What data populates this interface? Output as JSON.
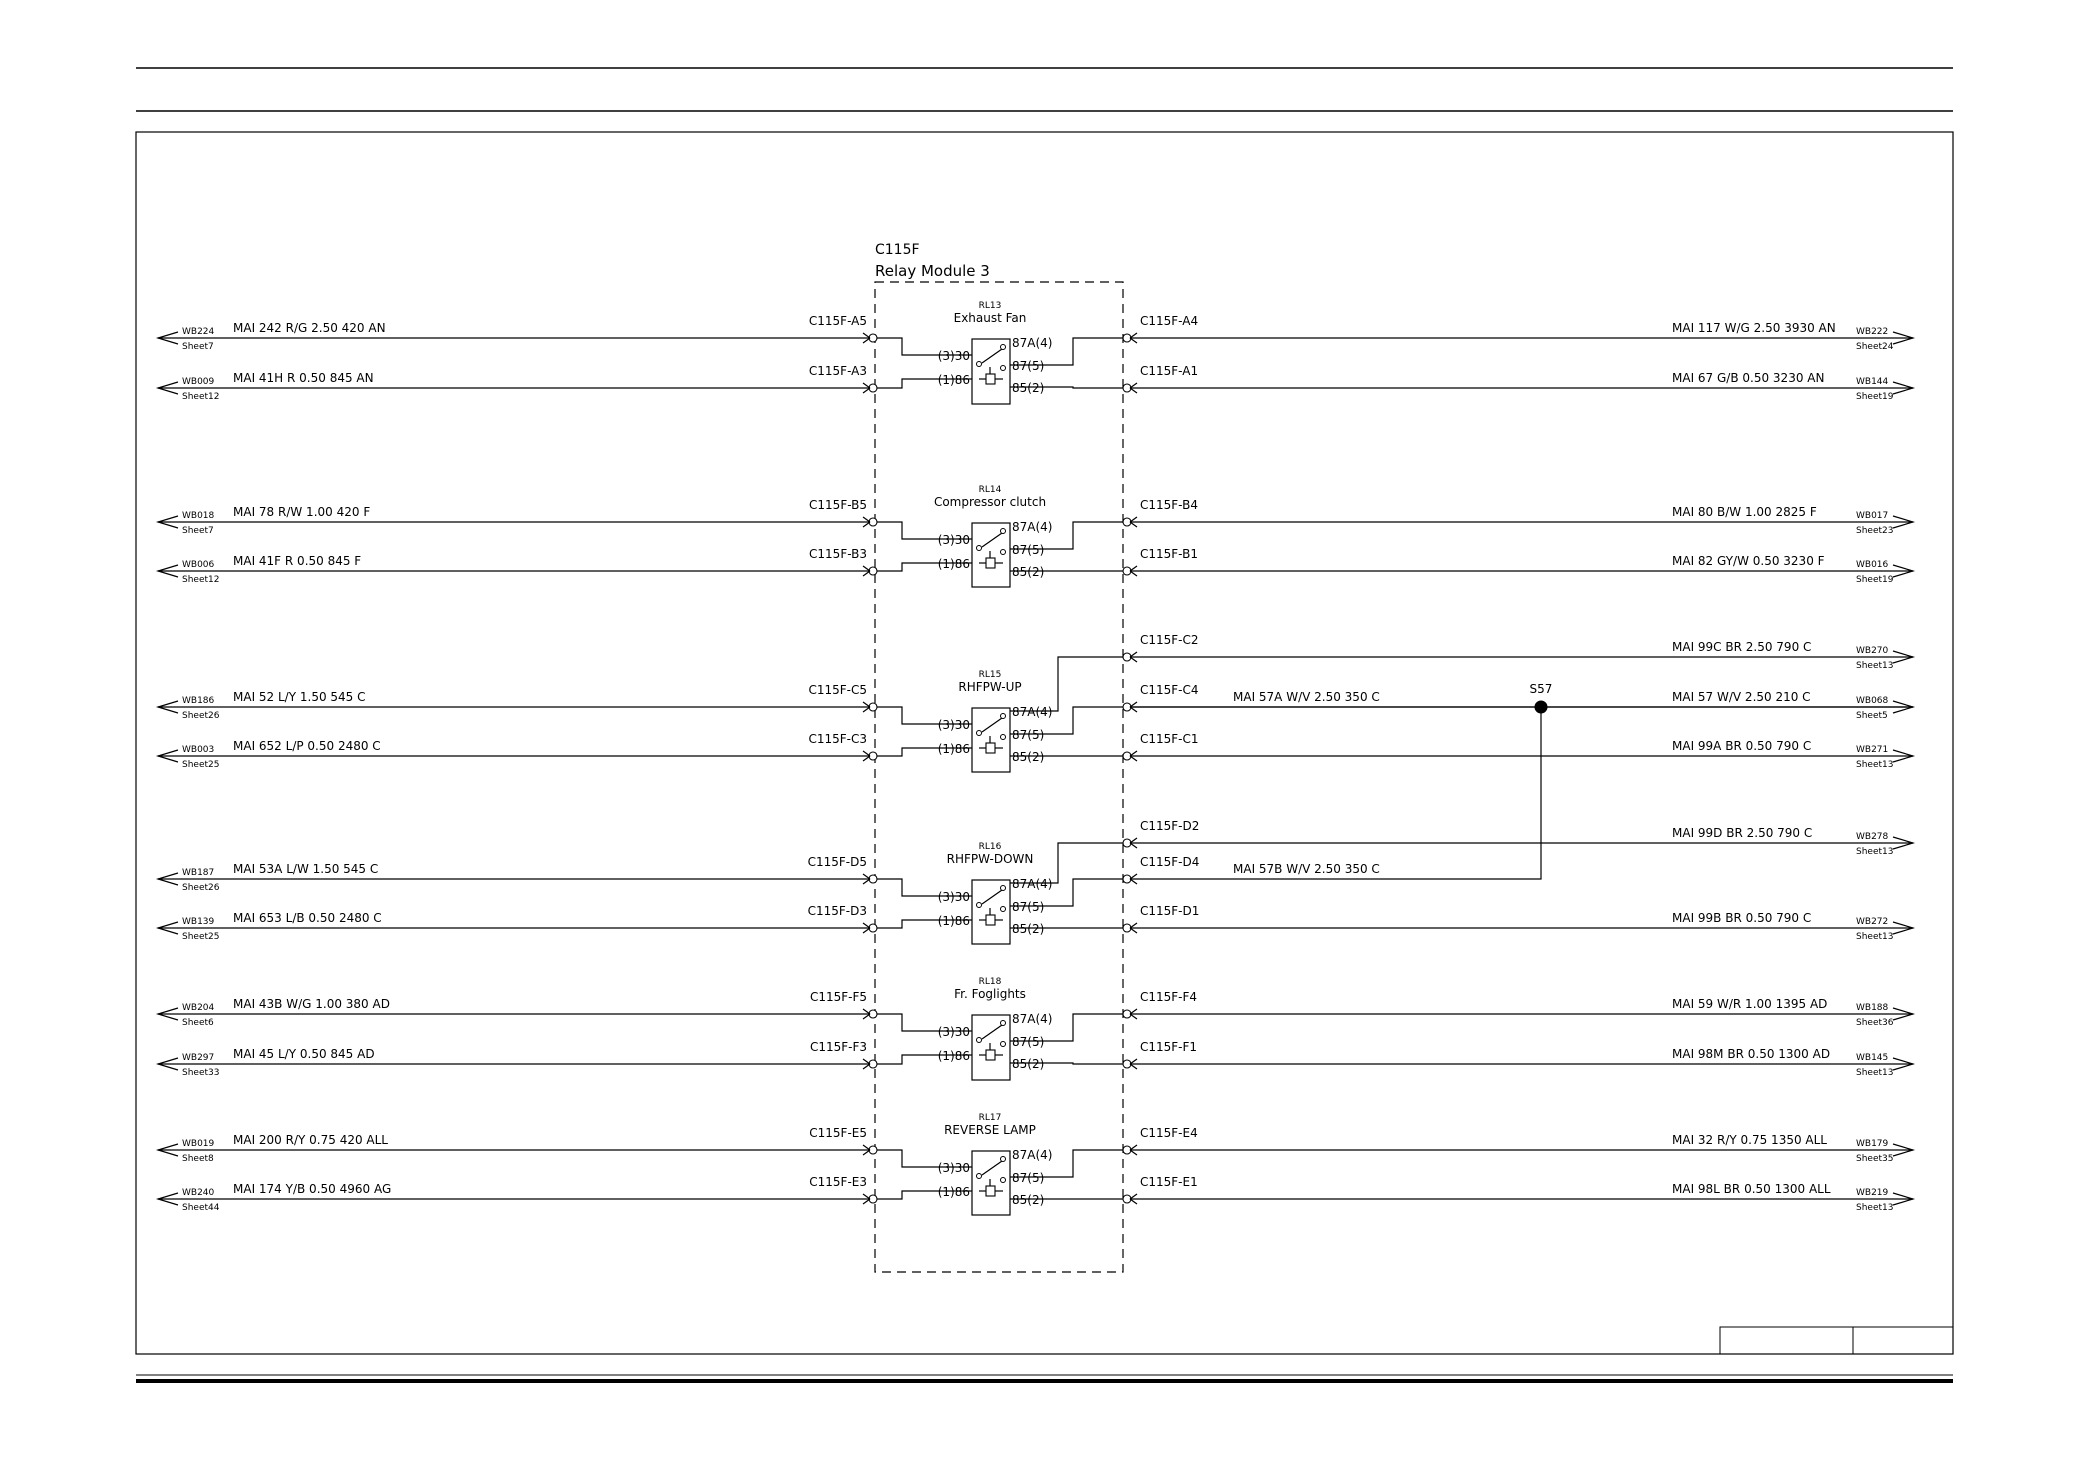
{
  "module": {
    "id": "C115F",
    "name": "Relay Module 3"
  },
  "splice": {
    "label": "S57"
  },
  "relays": [
    {
      "ref": "RL13",
      "name": "Exhaust Fan",
      "pins": {
        "p30": "(3)30",
        "p86": "(1)86",
        "p87a": "87A(4)",
        "p87": "87(5)",
        "p85": "85(2)"
      },
      "left": [
        {
          "conn": "C115F-A5",
          "wire": "MAI  242 R/G 2.50 420 AN",
          "ref": "WB224",
          "sheet": "Sheet7"
        },
        {
          "conn": "C115F-A3",
          "wire": "MAI  41H R 0.50 845 AN",
          "ref": "WB009",
          "sheet": "Sheet12"
        }
      ],
      "right": [
        {
          "conn": "C115F-A4",
          "wire": "MAI 117 W/G 2.50 3930 AN",
          "ref": "WB222",
          "sheet": "Sheet24"
        },
        {
          "conn": "C115F-A1",
          "wire": "MAI 67 G/B 0.50 3230 AN",
          "ref": "WB144",
          "sheet": "Sheet19"
        }
      ]
    },
    {
      "ref": "RL14",
      "name": "Compressor clutch",
      "pins": {
        "p30": "(3)30",
        "p86": "(1)86",
        "p87a": "87A(4)",
        "p87": "87(5)",
        "p85": "85(2)"
      },
      "left": [
        {
          "conn": "C115F-B5",
          "wire": "MAI  78 R/W 1.00 420 F",
          "ref": "WB018",
          "sheet": "Sheet7"
        },
        {
          "conn": "C115F-B3",
          "wire": "MAI  41F R 0.50 845 F",
          "ref": "WB006",
          "sheet": "Sheet12"
        }
      ],
      "right": [
        {
          "conn": "C115F-B4",
          "wire": "MAI 80 B/W 1.00 2825 F",
          "ref": "WB017",
          "sheet": "Sheet23"
        },
        {
          "conn": "C115F-B1",
          "wire": "MAI 82 GY/W 0.50 3230 F",
          "ref": "WB016",
          "sheet": "Sheet19"
        }
      ]
    },
    {
      "ref": "RL15",
      "name": "RHFPW-UP",
      "pins": {
        "p30": "(3)30",
        "p86": "(1)86",
        "p87a": "87A(4)",
        "p87": "87(5)",
        "p85": "85(2)"
      },
      "left": [
        {
          "conn": "C115F-C5",
          "wire": "MAI  52 L/Y 1.50 545 C",
          "ref": "WB186",
          "sheet": "Sheet26"
        },
        {
          "conn": "C115F-C3",
          "wire": "MAI  652 L/P 0.50 2480 C",
          "ref": "WB003",
          "sheet": "Sheet25"
        }
      ],
      "right": [
        {
          "conn": "C115F-C2",
          "wire": "MAI 99C BR 2.50 790 C",
          "ref": "WB270",
          "sheet": "Sheet13"
        },
        {
          "conn": "C115F-C4",
          "mid": "MAI  57A W/V 2.50 350 C",
          "wire": "MAI 57 W/V 2.50 210 C",
          "ref": "WB068",
          "sheet": "Sheet5"
        },
        {
          "conn": "C115F-C1",
          "wire": "MAI 99A BR 0.50 790 C",
          "ref": "WB271",
          "sheet": "Sheet13"
        }
      ]
    },
    {
      "ref": "RL16",
      "name": "RHFPW-DOWN",
      "pins": {
        "p30": "(3)30",
        "p86": "(1)86",
        "p87a": "87A(4)",
        "p87": "87(5)",
        "p85": "85(2)"
      },
      "left": [
        {
          "conn": "C115F-D5",
          "wire": "MAI  53A L/W 1.50 545 C",
          "ref": "WB187",
          "sheet": "Sheet26"
        },
        {
          "conn": "C115F-D3",
          "wire": "MAI  653 L/B 0.50 2480 C",
          "ref": "WB139",
          "sheet": "Sheet25"
        }
      ],
      "right": [
        {
          "conn": "C115F-D2",
          "wire": "MAI 99D BR 2.50 790 C",
          "ref": "WB278",
          "sheet": "Sheet13"
        },
        {
          "conn": "C115F-D4",
          "mid": "MAI  57B W/V 2.50 350 C"
        },
        {
          "conn": "C115F-D1",
          "wire": "MAI 99B BR 0.50 790 C",
          "ref": "WB272",
          "sheet": "Sheet13"
        }
      ]
    },
    {
      "ref": "RL18",
      "name": "Fr. Foglights",
      "pins": {
        "p30": "(3)30",
        "p86": "(1)86",
        "p87a": "87A(4)",
        "p87": "87(5)",
        "p85": "85(2)"
      },
      "left": [
        {
          "conn": "C115F-F5",
          "wire": "MAI  43B W/G 1.00 380 AD",
          "ref": "WB204",
          "sheet": "Sheet6"
        },
        {
          "conn": "C115F-F3",
          "wire": "MAI  45 L/Y 0.50 845 AD",
          "ref": "WB297",
          "sheet": "Sheet33"
        }
      ],
      "right": [
        {
          "conn": "C115F-F4",
          "wire": "MAI 59 W/R 1.00 1395 AD",
          "ref": "WB188",
          "sheet": "Sheet36"
        },
        {
          "conn": "C115F-F1",
          "wire": "MAI 98M BR 0.50 1300 AD",
          "ref": "WB145",
          "sheet": "Sheet13"
        }
      ]
    },
    {
      "ref": "RL17",
      "name": "REVERSE LAMP",
      "pins": {
        "p30": "(3)30",
        "p86": "(1)86",
        "p87a": "87A(4)",
        "p87": "87(5)",
        "p85": "85(2)"
      },
      "left": [
        {
          "conn": "C115F-E5",
          "wire": "MAI 200 R/Y 0.75 420 ALL",
          "ref": "WB019",
          "sheet": "Sheet8"
        },
        {
          "conn": "C115F-E3",
          "wire": "MAI 174 Y/B 0.50 4960 AG",
          "ref": "WB240",
          "sheet": "Sheet44"
        }
      ],
      "right": [
        {
          "conn": "C115F-E4",
          "wire": "MAI 32 R/Y 0.75 1350 ALL",
          "ref": "WB179",
          "sheet": "Sheet35"
        },
        {
          "conn": "C115F-E1",
          "wire": "MAI 98L BR 0.50 1300 ALL",
          "ref": "WB219",
          "sheet": "Sheet13"
        }
      ]
    }
  ]
}
